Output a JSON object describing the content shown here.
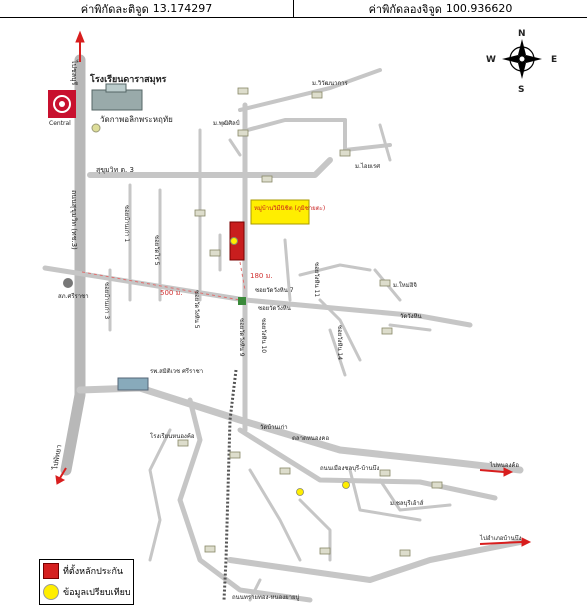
{
  "header": {
    "lat_label": "ค่าพิกัดละติจูด",
    "lat_value": "13.174297",
    "lon_label": "ค่าพิกัดลองจิจูด",
    "lon_value": "100.936620"
  },
  "compass": {
    "n": "N",
    "s": "S",
    "e": "E",
    "w": "W"
  },
  "labels": {
    "school": "โรงเรียนดาราสมุทร",
    "temple": "วัดกาพอลิกพระหฤทัย",
    "logo": "Central",
    "road_north_arrow": "ไปชลบุรี",
    "road_south_arrow": "ไปพัทยา",
    "sukhumvit": "ถนนสุขุมวิท (ทช.3)",
    "sukhumvit_km": "สุขุมวิท ต. 3",
    "soi_1": "ซอยบ้านเก่า 1",
    "soi_2": "ซอยวัดไร่ 5",
    "soi_3": "ซอยบ้านเก่า 3",
    "soi_4": "ซอยวัดวังหิน 5",
    "soi_5": "ซอยวัดวังหิน 7",
    "soi_6": "ซอยวัดวังหิน 9",
    "soi_7": "ซอยวังหิน 11",
    "soi_8": "ซอยวังหิน 14",
    "soi_9": "ซอยวังหิน 10",
    "soi_10": "ซอยวัดวังหิน",
    "highlight": "หมู่บ้านวิมีนิชิต (ภูมิชายตะ)",
    "dist_180": "180 ม.",
    "dist_500": "500 ม.",
    "police": "สภ.ศรีราชา",
    "hospital": "รพ.สมิติเวช ศรีราชา",
    "village_a": "ม.วิวัฒนาการ",
    "village_b": "ม.พุฒิศิลป์",
    "village_c": "ม.ไอยเรศ",
    "village_d": "ม.ใหม่ฮิจิ",
    "village_e": "ม.ชลบุรีเฮ้าส์",
    "temple_b": "วัดวังหิน",
    "temple_c": "วัดบ้านเก่า",
    "market": "ตลาดหนองคอ",
    "road_lower": "ถนนเมืองชลบุรี-บ้านบึง",
    "to_pattaya_lower": "ไปอำเภอบ้านบึง",
    "to_nongkho": "ไปหนองค้อ",
    "school_b": "โรงเรียนหนองค้อ",
    "bottom_road": "ถนนทรายทอง-หนองยายบู่"
  },
  "legend": {
    "red_label": "ที่ตั้งหลักประกัน",
    "yellow_label": "ข้อมูลเปรียบเทียบ"
  },
  "colors": {
    "road": "#c6c6c6",
    "main_road": "#b2b2b2",
    "marker_red": "#c81e1e",
    "marker_yellow": "#ffee00",
    "arrow_red": "#d81e1e",
    "highlight_box": "#ffee00"
  }
}
